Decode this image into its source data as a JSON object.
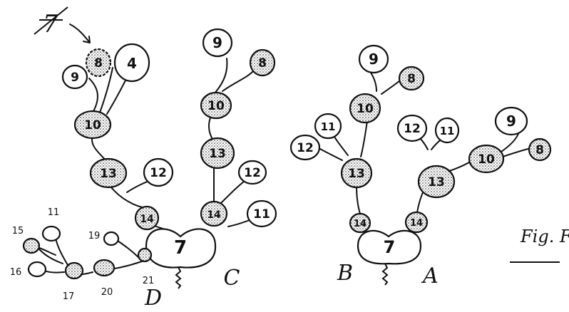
{
  "figure": {
    "caption": "Fig. F",
    "crossed_mark": "7",
    "branch_letters": {
      "d": "D",
      "c": "C",
      "b": "B",
      "a": "A"
    }
  },
  "nodes": {
    "tree1_root": "7",
    "tree1_top9": "9",
    "tree1_top8": "8",
    "tree1_top4": "4",
    "tree1_upper10": "10",
    "tree1_left13": "13",
    "tree1_left12": "12",
    "tree1_left14": "14",
    "tree1_right9": "9",
    "tree1_right8": "8",
    "tree1_right10": "10",
    "tree1_right13": "13",
    "tree1_right12": "12",
    "tree1_right14": "14",
    "tree1_right11": "11",
    "tree2_root": "7",
    "tree2_top9": "9",
    "tree2_top8": "8",
    "tree2_upper10": "10",
    "tree2_left12": "12",
    "tree2_left11": "11",
    "tree2_left13": "13",
    "tree2_left14": "14",
    "tree2_mid12": "12",
    "tree2_mid11": "11",
    "tree2_right13": "13",
    "tree2_right10": "10",
    "tree2_right9": "9",
    "tree2_right8": "8",
    "tree2_right14": "14"
  },
  "side_branch_labels": {
    "l11": "11",
    "l15": "15",
    "l16": "16",
    "l17": "17",
    "l19": "19",
    "l20": "20",
    "l21": "21"
  }
}
